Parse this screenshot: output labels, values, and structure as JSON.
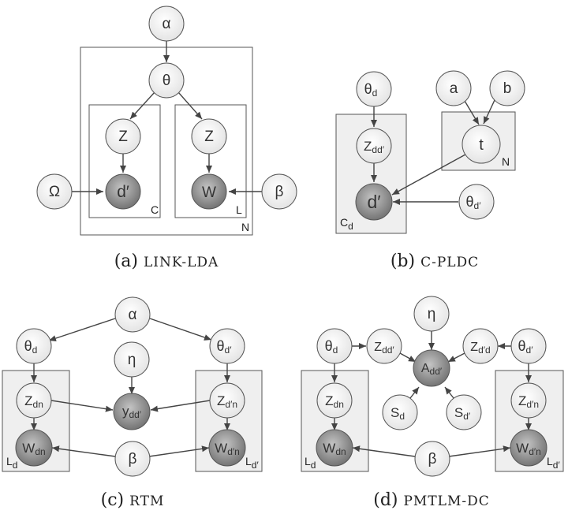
{
  "colors": {
    "observed_fill": "#8f8f8f",
    "latent_fill": "#f3f3f3",
    "plate_fill_shaded": "#f0f0f0",
    "edge": "#444444"
  },
  "panels": {
    "a": {
      "caption_prefix": "(a)",
      "caption_name": "LINK-LDA",
      "nodes": {
        "alpha": "α",
        "theta": "θ",
        "z_left": "Z",
        "z_right": "Z",
        "d_prime": "d′",
        "w": "W",
        "omega": "Ω",
        "beta": "β"
      },
      "plates": {
        "c": "C",
        "l": "L",
        "n": "N"
      }
    },
    "b": {
      "caption_prefix": "(b)",
      "caption_name": "C-PLDC",
      "nodes": {
        "theta_d": {
          "main": "θ",
          "sub": "d"
        },
        "z_dd": {
          "main": "Z",
          "sub": "dd′"
        },
        "d_prime": "d′",
        "a": "a",
        "b": "b",
        "t": "t",
        "theta_dp": {
          "main": "θ",
          "sub": "d′"
        }
      },
      "plates": {
        "cd": {
          "main": "C",
          "sub": "d"
        },
        "n": "N"
      }
    },
    "c": {
      "caption_prefix": "(c)",
      "caption_name": "RTM",
      "nodes": {
        "alpha": "α",
        "theta_d": {
          "main": "θ",
          "sub": "d"
        },
        "theta_dp": {
          "main": "θ",
          "sub": "d′"
        },
        "eta": "η",
        "z_dn": {
          "main": "Z",
          "sub": "dn"
        },
        "y_dd": {
          "main": "y",
          "sub": "dd′"
        },
        "z_dpn": {
          "main": "Z",
          "sub": "d′n"
        },
        "w_dn": {
          "main": "W",
          "sub": "dn"
        },
        "beta": "β",
        "w_dpn": {
          "main": "W",
          "sub": "d′n"
        }
      },
      "plates": {
        "ld": {
          "main": "L",
          "sub": "d"
        },
        "ldp": {
          "main": "L",
          "sub": "d′"
        }
      }
    },
    "d": {
      "caption_prefix": "(d)",
      "caption_name": "PMTLM-DC",
      "nodes": {
        "theta_d": {
          "main": "θ",
          "sub": "d"
        },
        "z_dd": {
          "main": "Z",
          "sub": "dd′"
        },
        "eta": "η",
        "z_dpd": {
          "main": "Z",
          "sub": "d′d"
        },
        "theta_dp": {
          "main": "θ",
          "sub": "d′"
        },
        "a_dd": {
          "main": "A",
          "sub": "dd′"
        },
        "z_dn": {
          "main": "Z",
          "sub": "dn"
        },
        "s_d": {
          "main": "S",
          "sub": "d"
        },
        "s_dp": {
          "main": "S",
          "sub": "d′"
        },
        "z_dpn": {
          "main": "Z",
          "sub": "d′n"
        },
        "w_dn": {
          "main": "W",
          "sub": "dn"
        },
        "beta": "β",
        "w_dpn": {
          "main": "W",
          "sub": "d′n"
        }
      },
      "plates": {
        "ld": {
          "main": "L",
          "sub": "d"
        },
        "ldp": {
          "main": "L",
          "sub": "d′"
        }
      }
    }
  }
}
